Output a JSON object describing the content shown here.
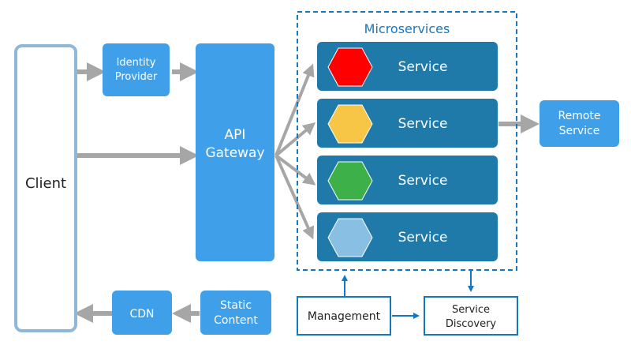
{
  "colors": {
    "light_blue": "#3fa0e9",
    "dark_blue": "#1f7aa9",
    "border_blue": "#1577c2",
    "client_border": "#8fb7d9",
    "arrow_gray": "#a6a6a6",
    "text_dark": "#222222",
    "white": "#ffffff"
  },
  "client": {
    "label": "Client"
  },
  "identity_provider": {
    "line1": "Identity",
    "line2": "Provider"
  },
  "api_gateway": {
    "line1": "API",
    "line2": "Gateway"
  },
  "cdn": {
    "label": "CDN"
  },
  "static_content": {
    "line1": "Static",
    "line2": "Content"
  },
  "microservices": {
    "title": "Microservices",
    "services": [
      {
        "label": "Service",
        "hex_color": "#ff0000",
        "icon": "red-hexagon"
      },
      {
        "label": "Service",
        "hex_color": "#f7c646",
        "icon": "yellow-hexagon"
      },
      {
        "label": "Service",
        "hex_color": "#3eb049",
        "icon": "green-hexagon"
      },
      {
        "label": "Service",
        "hex_color": "#89bfe3",
        "icon": "light-blue-hexagon"
      }
    ]
  },
  "remote_service": {
    "line1": "Remote",
    "line2": "Service"
  },
  "management": {
    "label": "Management"
  },
  "service_discovery": {
    "line1": "Service",
    "line2": "Discovery"
  }
}
